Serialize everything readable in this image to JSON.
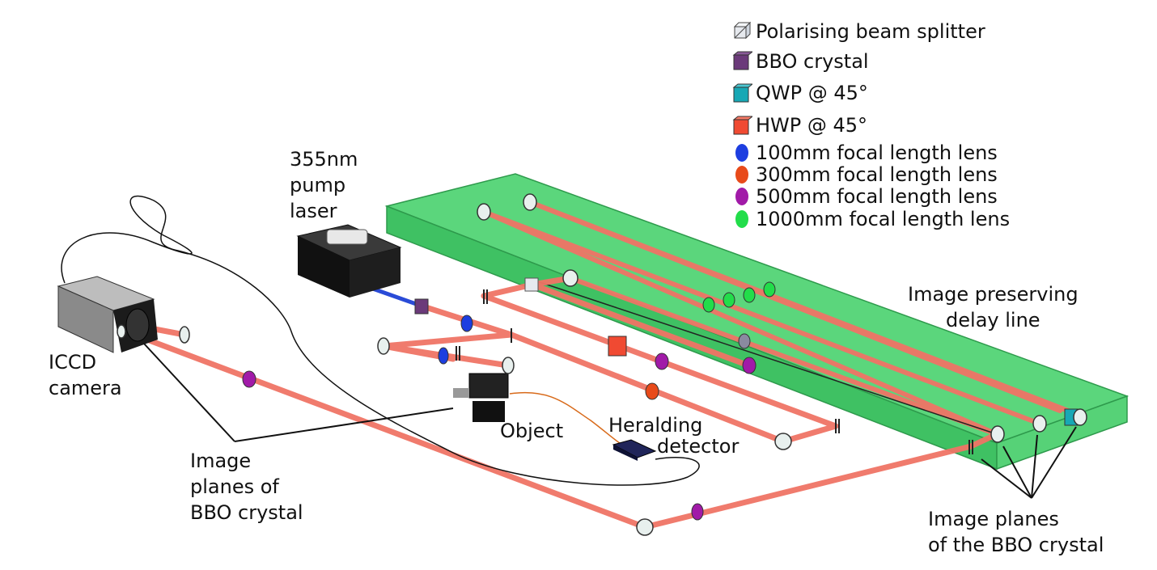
{
  "legend": [
    {
      "label": "Polarising beam splitter",
      "icon": "beam-splitter-cube-icon",
      "color": "#cfd6df"
    },
    {
      "label": "BBO crystal",
      "icon": "bbo-crystal-icon",
      "color": "#6b3a7a"
    },
    {
      "label": "QWP @ 45°",
      "icon": "qwp-icon",
      "color": "#17a8b5"
    },
    {
      "label": "HWP @ 45°",
      "icon": "hwp-icon",
      "color": "#f04a32"
    },
    {
      "label": "100mm focal length lens",
      "icon": "lens-100mm-icon",
      "color": "#1d3ee0"
    },
    {
      "label": "300mm focal length lens",
      "icon": "lens-300mm-icon",
      "color": "#e84a1a"
    },
    {
      "label": "500mm focal length lens",
      "icon": "lens-500mm-icon",
      "color": "#a11aa8"
    },
    {
      "label": "1000mm focal length lens",
      "icon": "lens-1000mm-icon",
      "color": "#22dd4a"
    }
  ],
  "labels": {
    "pump_laser": [
      "355nm",
      "pump",
      "laser"
    ],
    "camera": [
      "ICCD",
      "camera"
    ],
    "object": "Object",
    "heralding": [
      "Heralding",
      "detector"
    ],
    "delay_line": [
      "Image preserving",
      "delay line"
    ],
    "image_planes_left": [
      "Image",
      "planes of",
      "BBO crystal"
    ],
    "image_planes_right": [
      "Image planes",
      "of the BBO crystal"
    ]
  },
  "colors": {
    "beam": "#f07466",
    "pump_beam": "#2a4bd7",
    "delay_box": "#3fce68",
    "delay_box_edge": "#2e9a4c"
  }
}
